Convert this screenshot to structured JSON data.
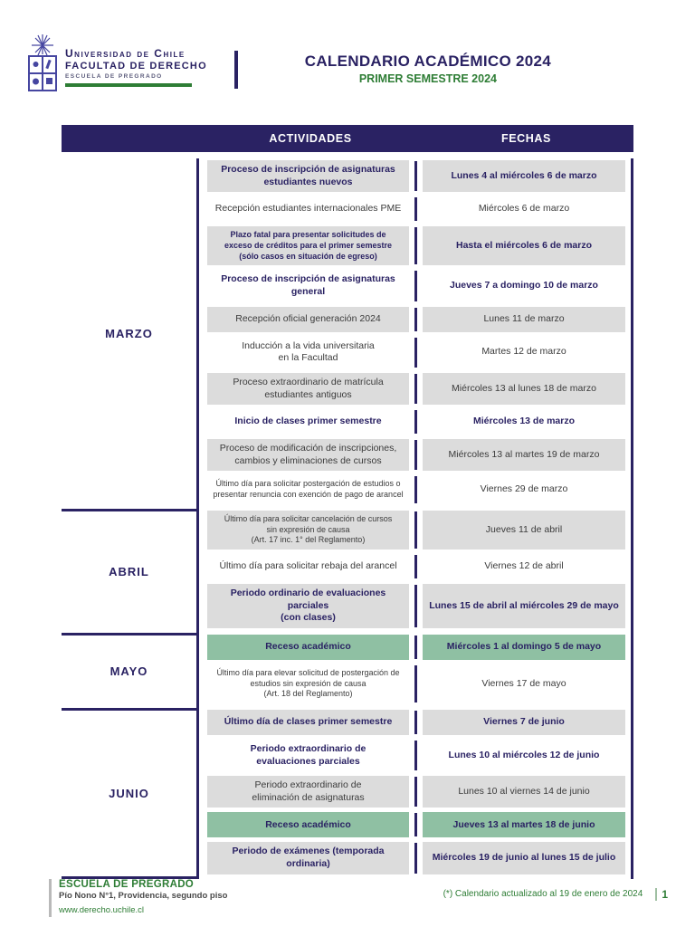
{
  "colors": {
    "navy": "#2a2263",
    "green": "#2e7d35",
    "row_gray": "#dcdcdc",
    "row_green": "#8fc0a3",
    "crest_blue": "#4646a0"
  },
  "logo": {
    "university": "Universidad de Chile",
    "faculty": "FACULTAD DE DERECHO",
    "school": "ESCUELA DE PREGRADO"
  },
  "title": "CALENDARIO ACADÉMICO 2024",
  "subtitle": "PRIMER SEMESTRE 2024",
  "table": {
    "col_activities": "ACTIVIDADES",
    "col_dates": "FECHAS",
    "sections": [
      {
        "month": "MARZO",
        "rows": [
          {
            "activity": "Proceso de inscripción de asignaturas\nestudiantes nuevos",
            "date": "Lunes 4 al miércoles 6 de marzo",
            "bg": "gray",
            "bold": true,
            "small": false
          },
          {
            "activity": "Recepción estudiantes internacionales PME",
            "date": "Miércoles 6 de marzo",
            "bg": "white",
            "bold": false,
            "small": false
          },
          {
            "activity": "Plazo fatal para presentar solicitudes de\nexceso de créditos para el primer semestre\n(sólo casos en situación de egreso)",
            "date": "Hasta el miércoles 6 de marzo",
            "bg": "gray",
            "bold": true,
            "small": true
          },
          {
            "activity": "Proceso de inscripción de asignaturas\ngeneral",
            "date": "Jueves 7 a domingo 10 de marzo",
            "bg": "white",
            "bold": true,
            "small": false
          },
          {
            "activity": "Recepción oficial generación 2024",
            "date": "Lunes 11 de marzo",
            "bg": "gray",
            "bold": false,
            "small": false
          },
          {
            "activity": "Inducción a la vida universitaria\nen la Facultad",
            "date": "Martes 12 de marzo",
            "bg": "white",
            "bold": false,
            "small": false
          },
          {
            "activity": "Proceso extraordinario de matrícula\nestudiantes antiguos",
            "date": "Miércoles 13 al lunes 18 de marzo",
            "bg": "gray",
            "bold": false,
            "small": false
          },
          {
            "activity": "Inicio de clases primer semestre",
            "date": "Miércoles 13 de marzo",
            "bg": "white",
            "bold": true,
            "small": false
          },
          {
            "activity": "Proceso de modificación de inscripciones,\ncambios y eliminaciones de cursos",
            "date": "Miércoles 13 al martes 19 de marzo",
            "bg": "gray",
            "bold": false,
            "small": false
          },
          {
            "activity": "Último día para solicitar postergación de estudios o\npresentar renuncia con exención de pago de arancel",
            "date": "Viernes 29 de marzo",
            "bg": "white",
            "bold": false,
            "small": true
          }
        ]
      },
      {
        "month": "ABRIL",
        "rows": [
          {
            "activity": "Último día para solicitar cancelación de cursos\nsin expresión de causa\n(Art. 17 inc. 1° del Reglamento)",
            "date": "Jueves 11 de abril",
            "bg": "gray",
            "bold": false,
            "small": true
          },
          {
            "activity": "Último día para solicitar rebaja del arancel",
            "date": "Viernes 12 de abril",
            "bg": "white",
            "bold": false,
            "small": false
          },
          {
            "activity": "Periodo ordinario de evaluaciones parciales\n(con clases)",
            "date": "Lunes 15 de abril al miércoles 29 de mayo",
            "bg": "gray",
            "bold": true,
            "small": false
          }
        ]
      },
      {
        "month": "MAYO",
        "rows": [
          {
            "activity": "Receso académico",
            "date": "Miércoles 1 al domingo 5 de mayo",
            "bg": "green",
            "bold": true,
            "small": false
          },
          {
            "activity": "Último día para elevar solicitud de postergación de\nestudios sin expresión de causa\n(Art. 18 del Reglamento)",
            "date": "Viernes 17 de mayo",
            "bg": "white",
            "bold": false,
            "small": true
          }
        ]
      },
      {
        "month": "JUNIO",
        "rows": [
          {
            "activity": "Último día de clases primer semestre",
            "date": "Viernes 7 de junio",
            "bg": "gray",
            "bold": true,
            "small": false
          },
          {
            "activity": "Periodo extraordinario de\nevaluaciones parciales",
            "date": "Lunes 10 al miércoles 12 de junio",
            "bg": "white",
            "bold": true,
            "small": false
          },
          {
            "activity": "Periodo extraordinario de\neliminación de asignaturas",
            "date": "Lunes 10 al viernes 14 de junio",
            "bg": "gray",
            "bold": false,
            "small": false
          },
          {
            "activity": "Receso académico",
            "date": "Jueves 13 al martes 18 de junio",
            "bg": "green",
            "bold": true,
            "small": false
          },
          {
            "activity": "Periodo de exámenes (temporada ordinaria)",
            "date": "Miércoles 19 de junio al lunes 15 de julio",
            "bg": "gray",
            "bold": true,
            "small": false
          }
        ]
      }
    ]
  },
  "footer": {
    "org": "ESCUELA DE PREGRADO",
    "address": "Pío Nono N°1, Providencia, segundo piso",
    "website": "www.derecho.uchile.cl",
    "note": "(*) Calendario actualizado al 19 de enero de 2024",
    "page_number": "1"
  }
}
